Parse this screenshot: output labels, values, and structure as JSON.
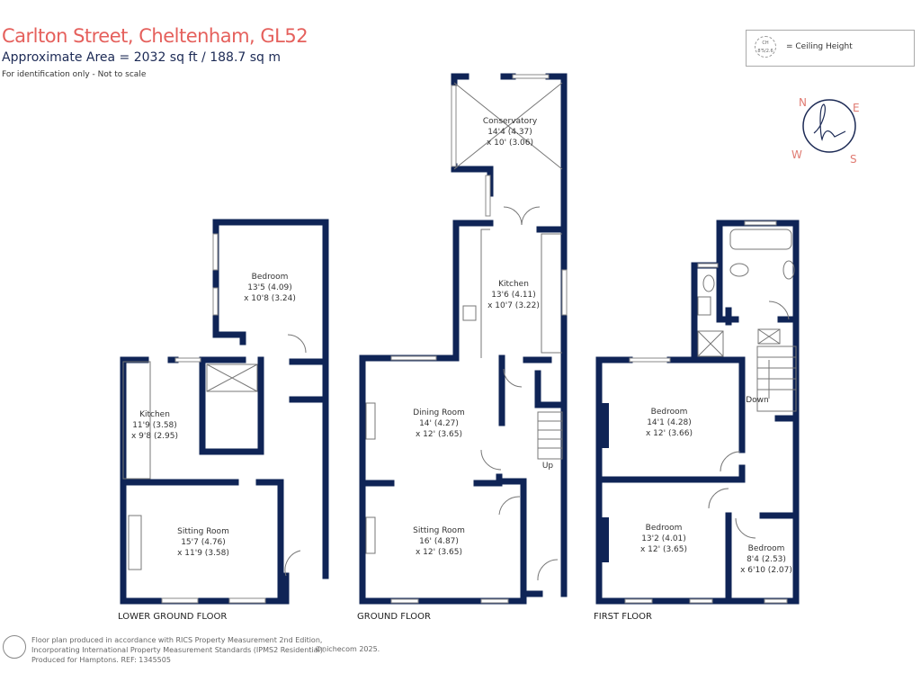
{
  "header": {
    "title": "Carlton Street, Cheltenham, GL52",
    "area": "Approximate Area = 2032 sq ft / 188.7 sq m",
    "note": "For identification only - Not to scale"
  },
  "legend": {
    "symbol_top": "CH",
    "symbol_bottom": "8'5/2.6",
    "label": "= Ceiling Height"
  },
  "compass": {
    "n": "N",
    "e": "E",
    "s": "S",
    "w": "W"
  },
  "colors": {
    "title": "#e5605c",
    "walls": "#0f2456"
  },
  "floors": {
    "lower": {
      "label": "LOWER GROUND FLOOR",
      "rooms": [
        {
          "name": "Bedroom",
          "dim1": "13'5 (4.09)",
          "dim2": "x 10'8 (3.24)"
        },
        {
          "name": "Kitchen",
          "dim1": "11'9 (3.58)",
          "dim2": "x 9'8 (2.95)"
        },
        {
          "name": "Sitting Room",
          "dim1": "15'7 (4.76)",
          "dim2": "x 11'9 (3.58)"
        }
      ]
    },
    "ground": {
      "label": "GROUND FLOOR",
      "stairs": "Up",
      "rooms": [
        {
          "name": "Conservatory",
          "dim1": "14'4 (4.37)",
          "dim2": "x 10' (3.06)"
        },
        {
          "name": "Kitchen",
          "dim1": "13'6 (4.11)",
          "dim2": "x 10'7 (3.22)"
        },
        {
          "name": "Dining Room",
          "dim1": "14' (4.27)",
          "dim2": "x 12' (3.65)"
        },
        {
          "name": "Sitting Room",
          "dim1": "16' (4.87)",
          "dim2": "x 12' (3.65)"
        }
      ]
    },
    "first": {
      "label": "FIRST FLOOR",
      "stairs": "Down",
      "rooms": [
        {
          "name": "Bedroom",
          "dim1": "14'1 (4.28)",
          "dim2": "x 12' (3.66)"
        },
        {
          "name": "Bedroom",
          "dim1": "13'2 (4.01)",
          "dim2": "x 12' (3.65)"
        },
        {
          "name": "Bedroom",
          "dim1": "8'4 (2.53)",
          "dim2": "x 6'10 (2.07)"
        }
      ]
    }
  },
  "footer": {
    "line1": "Floor plan produced in accordance with RICS Property Measurement 2nd Edition,",
    "line2": "Incorporating International Property Measurement Standards (IPMS2 Residential).",
    "line3": "Produced for Hamptons.   REF: 1345505",
    "copyright": "©nichecom 2025."
  }
}
